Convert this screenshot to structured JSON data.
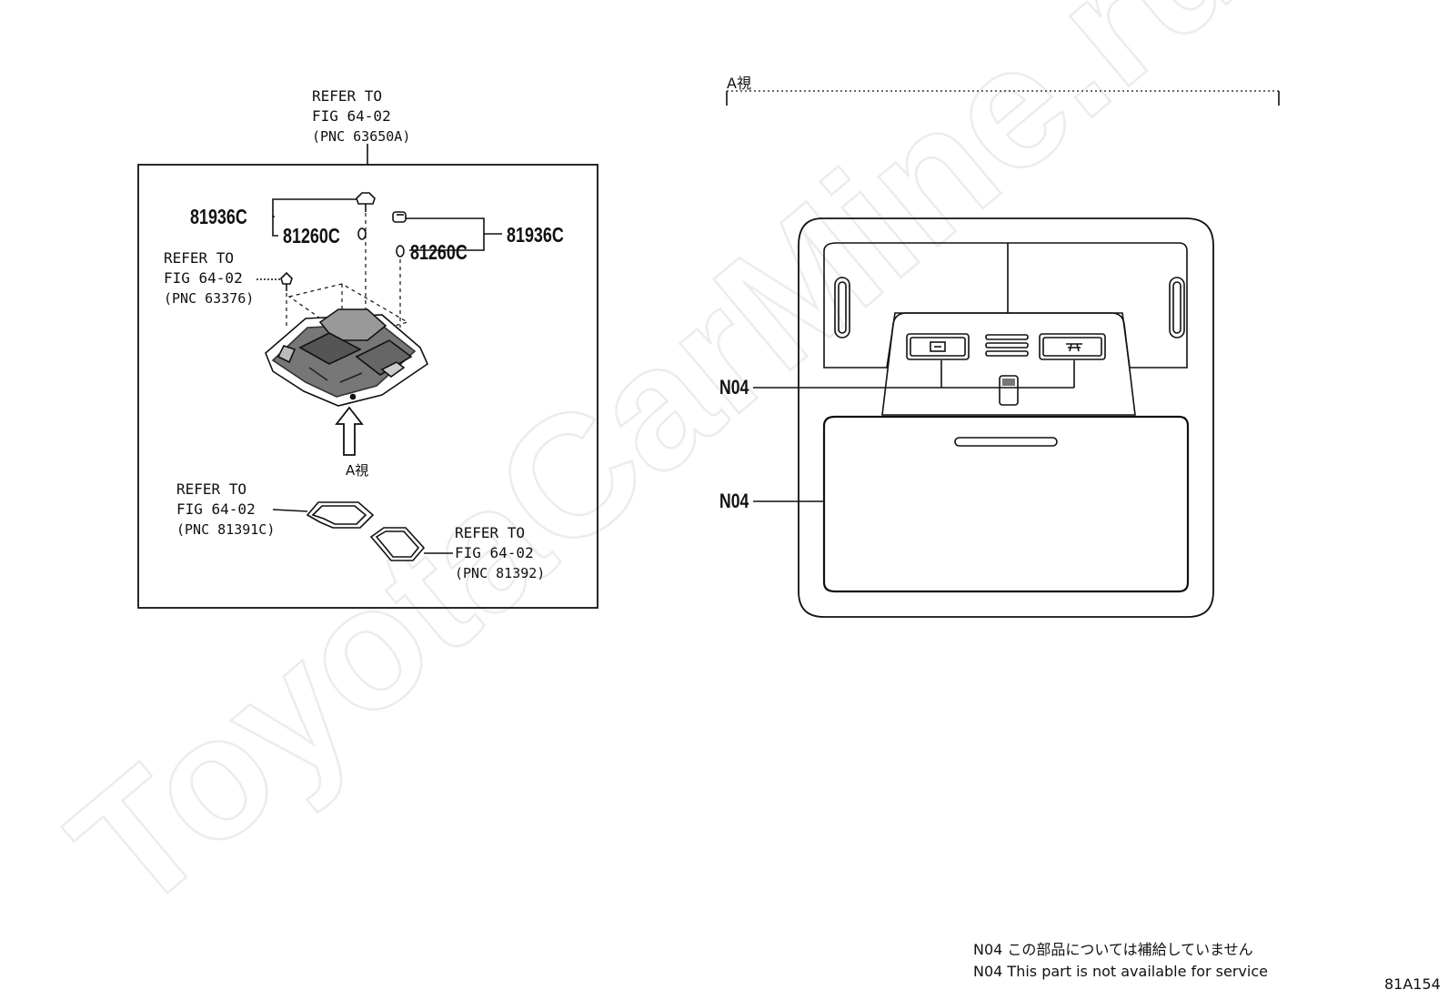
{
  "watermark": "ToyotaCarMine.ru",
  "left_panel": {
    "top_ref": {
      "line1": "REFER TO",
      "line2": "FIG 64-02",
      "line3": "(PNC 63650A)"
    },
    "left_ref": {
      "line1": "REFER TO",
      "line2": "FIG 64-02",
      "line3": "(PNC 63376)"
    },
    "pad1_ref": {
      "line1": "REFER TO",
      "line2": "FIG 64-02",
      "line3": "(PNC 81391C)"
    },
    "pad2_ref": {
      "line1": "REFER TO",
      "line2": "FIG 64-02",
      "line3": "(PNC 81392)"
    },
    "part_81936c_left": "81936C",
    "part_81260c_left": "81260C",
    "part_81936c_right": "81936C",
    "part_81260c_right": "81260C",
    "view_arrow_label": "A視"
  },
  "right_panel": {
    "view_title": "A視",
    "callout_upper": "N04",
    "callout_lower": "N04"
  },
  "notes": {
    "line_ja": "N04 この部品については補給していません",
    "line_en": "N04 This part is not available for service"
  },
  "figure_code": "81A154"
}
